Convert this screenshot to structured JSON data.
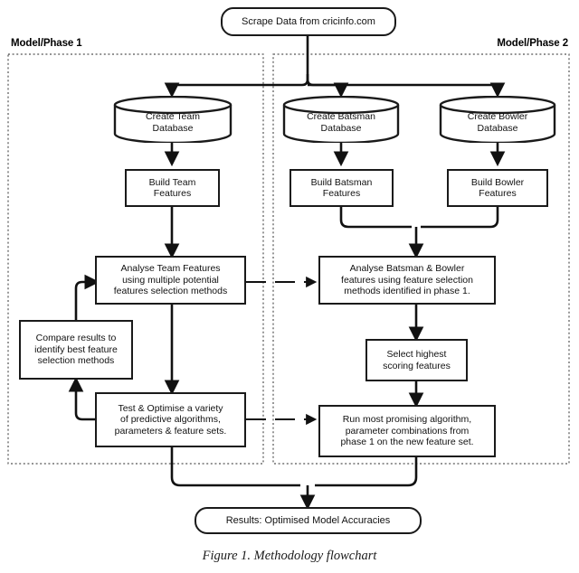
{
  "figure": {
    "caption": "Figure 1. Methodology flowchart",
    "background_color": "#ffffff",
    "line_color": "#1a1a1a",
    "dashed_color": "#555555"
  },
  "phases": [
    {
      "id": "phase-1",
      "label": "Model/Phase 1"
    },
    {
      "id": "phase-2",
      "label": "Model/Phase 2"
    }
  ],
  "nodes": {
    "source": {
      "label": "Scrape Data from cricinfo.com",
      "shape": "terminator"
    },
    "team_db": {
      "label": "Create Team\nDatabase",
      "line1": "Create Team",
      "line2": "Database",
      "shape": "cylinder"
    },
    "batsman_db": {
      "label": "Create Batsman\nDatabase",
      "line1": "Create Batsman",
      "line2": "Database",
      "shape": "cylinder"
    },
    "bowler_db": {
      "label": "Create Bowler\nDatabase",
      "line1": "Create Bowler",
      "line2": "Database",
      "shape": "cylinder"
    },
    "team_features": {
      "line1": "Build Team",
      "line2": "Features",
      "shape": "rect"
    },
    "batsman_features": {
      "line1": "Build Batsman",
      "line2": "Features",
      "shape": "rect"
    },
    "bowler_features": {
      "line1": "Build Bowler",
      "line2": "Features",
      "shape": "rect"
    },
    "analyse_team": {
      "line1": "Analyse Team Features",
      "line2": "using multiple potential",
      "line3": "features selection methods",
      "shape": "rect"
    },
    "analyse_batsman_bowler": {
      "line1": "Analyse Batsman & Bowler",
      "line2": "features using feature selection",
      "line3": "methods identified in phase 1.",
      "shape": "rect"
    },
    "compare_results": {
      "line1": "Compare results to",
      "line2": "identify best feature",
      "line3": "selection methods",
      "shape": "rect"
    },
    "select_highest": {
      "line1": "Select highest",
      "line2": "scoring features",
      "shape": "rect"
    },
    "test_optimise": {
      "line1": "Test & Optimise a variety",
      "line2": "of predictive algorithms,",
      "line3": "parameters & feature sets.",
      "shape": "rect"
    },
    "run_promising": {
      "line1": "Run most promising algorithm,",
      "line2": "parameter combinations from",
      "line3": "phase 1 on the new feature set.",
      "shape": "rect"
    },
    "results": {
      "label": "Results: Optimised Model Accuracies",
      "shape": "terminator"
    }
  }
}
